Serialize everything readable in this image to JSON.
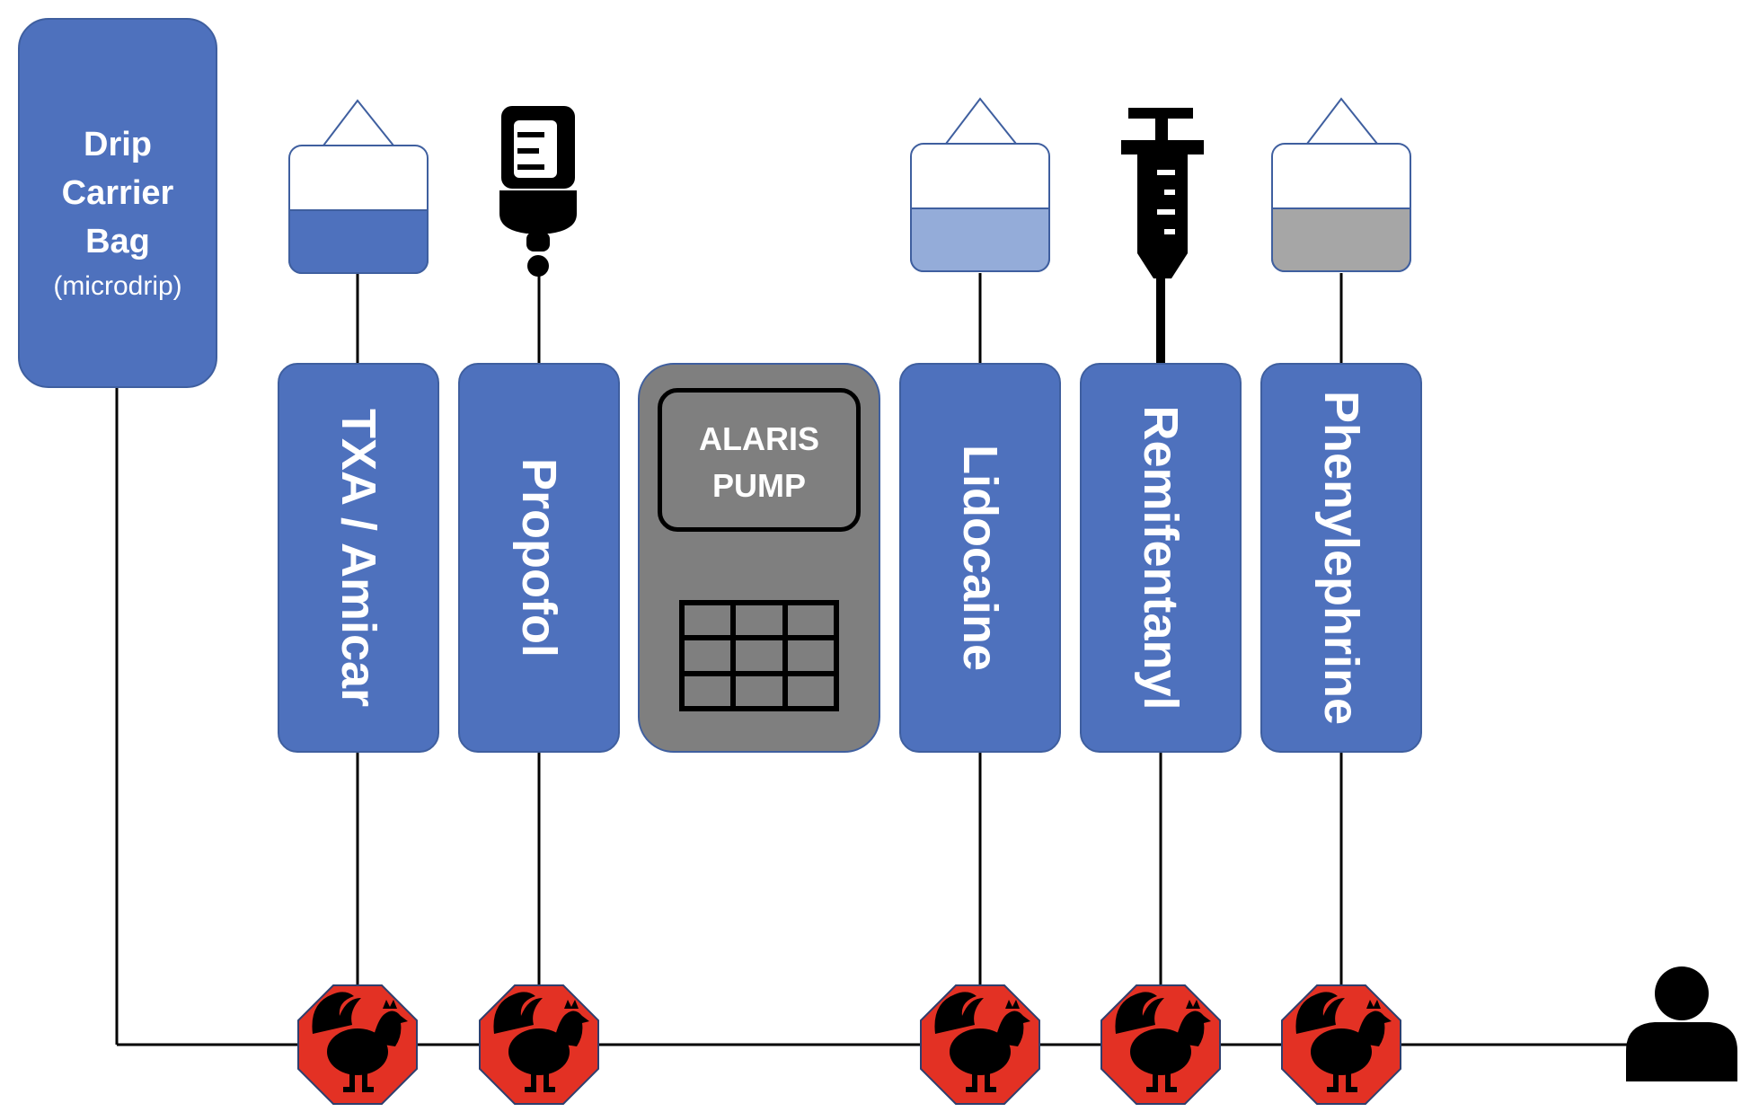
{
  "carrier": {
    "title": "Drip Carrier Bag",
    "subtitle": "(microdrip)"
  },
  "pump": {
    "label": "ALARIS PUMP"
  },
  "channels": [
    {
      "label": "TXA / Amicar",
      "source": "bag",
      "fill": "#4e71bd"
    },
    {
      "label": "Propofol",
      "source": "bottle-icon"
    },
    {
      "label": "Lidocaine",
      "source": "bag",
      "fill": "#94acd9"
    },
    {
      "label": "Remifentanyl",
      "source": "syringe-icon"
    },
    {
      "label": "Phenylephrine",
      "source": "bag",
      "fill": "#a6a6a6"
    }
  ],
  "stopcock": {
    "icon": "rooster-icon",
    "color": "#e33124"
  },
  "patient": {
    "icon": "person-icon"
  },
  "colors": {
    "module": "#4e71bd",
    "pump": "#7f7f7f",
    "line": "#000000"
  }
}
